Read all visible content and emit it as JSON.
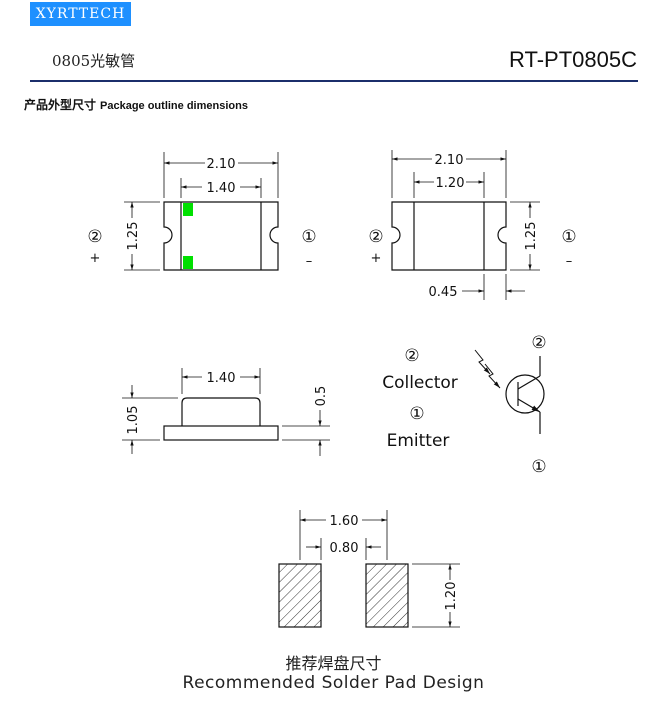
{
  "header": {
    "logo_text": "XYRTTECH",
    "product_cn": "0805光敏管",
    "model": "RT-PT0805C"
  },
  "section": {
    "title_cn": "产品外型尺寸",
    "title_en": "Package outline dimensions"
  },
  "dims": {
    "top_total_width": "2.10",
    "top_inner_width": "1.40",
    "height": "1.25",
    "bottom_total_width": "2.10",
    "bottom_inner_width": "1.20",
    "terminal_width": "0.45",
    "side_top_width": "1.40",
    "side_total_height": "1.05",
    "side_body_height": "0.5",
    "pad_total": "1.60",
    "pad_gap": "0.80",
    "pad_height": "1.20"
  },
  "pins": {
    "pin2_symbol": "②",
    "pin1_symbol": "①",
    "plus": "+",
    "minus": "–",
    "collector_label": "Collector",
    "emitter_label": "Emitter"
  },
  "caption": {
    "cn": "推荐焊盘尺寸",
    "en": "Recommended Solder Pad Design"
  },
  "colors": {
    "logo_bg": "#1e90ff",
    "rule": "#1b2e6b",
    "marker": "#00e000"
  }
}
